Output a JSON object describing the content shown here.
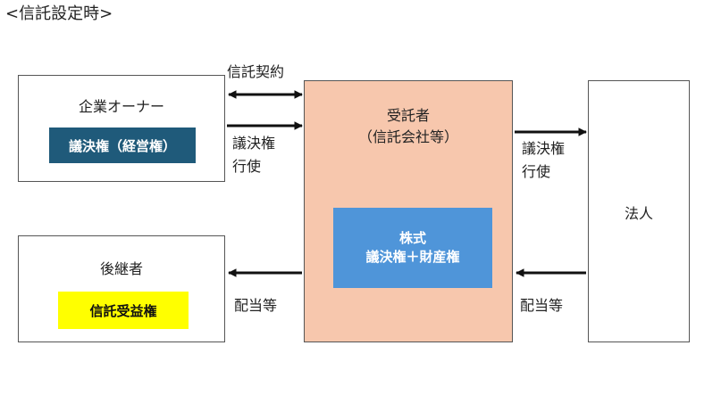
{
  "title": "<信託設定時>",
  "boxes": {
    "owner": {
      "label": "企業オーナー",
      "badge": "議決権（経営権）"
    },
    "successor": {
      "label": "後継者",
      "badge": "信託受益権"
    },
    "trustee": {
      "label_line1": "受託者",
      "label_line2": "（信託会社等）",
      "badge_line1": "株式",
      "badge_line2": "議決権＋財産権"
    },
    "corporation": {
      "label": "法人"
    }
  },
  "arrows": {
    "trust_contract": "信託契約",
    "vote_exercise_left_line1": "議決権",
    "vote_exercise_left_line2": "行使",
    "vote_exercise_right_line1": "議決権",
    "vote_exercise_right_line2": "行使",
    "dividend_left": "配当等",
    "dividend_right": "配当等"
  },
  "colors": {
    "trustee_fill": "#f7c7ad",
    "trustee_badge": "#4f95d9",
    "owner_badge": "#1f5a7a",
    "successor_badge": "#ffff00"
  }
}
